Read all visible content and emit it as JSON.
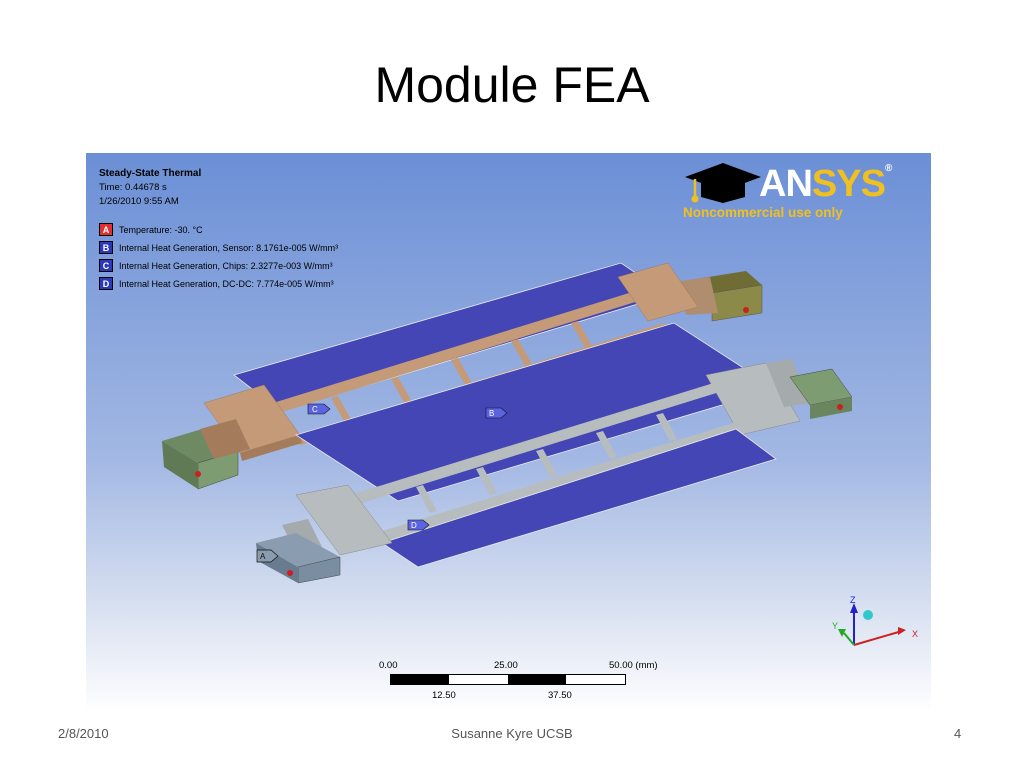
{
  "slide": {
    "title": "Module FEA",
    "footer": {
      "date": "2/8/2010",
      "author": "Susanne Kyre UCSB",
      "page": "4"
    }
  },
  "analysis": {
    "type": "Steady-State Thermal",
    "time": "Time: 0.44678 s",
    "date": "1/26/2010 9:55 AM",
    "legend": [
      {
        "key": "A",
        "text": "Temperature: -30. °C",
        "color": "#e03030"
      },
      {
        "key": "B",
        "text": "Internal Heat Generation, Sensor: 8.1761e-005 W/mm³",
        "color": "#2b39b8"
      },
      {
        "key": "C",
        "text": "Internal Heat Generation, Chips: 2.3277e-003 W/mm³",
        "color": "#2b39b8"
      },
      {
        "key": "D",
        "text": "Internal Heat Generation, DC-DC: 7.774e-005 W/mm³",
        "color": "#2b39b8"
      }
    ]
  },
  "logo": {
    "an": "AN",
    "sys": "SYS",
    "registered": "®",
    "tagline": "Noncommercial use only"
  },
  "markers": {
    "a": "A",
    "b": "B",
    "c": "C",
    "d": "D"
  },
  "scale_bar": {
    "t0": "0.00",
    "t2": "25.00",
    "t4": "50.00 (mm)",
    "t1": "12.50",
    "t3": "37.50"
  },
  "triad": {
    "x": "X",
    "y": "Y",
    "z": "Z"
  },
  "colors": {
    "sensor": "#4346b4",
    "copper": "#c59a78",
    "aluminum": "#b7bcbf",
    "olive": "#8c8a48",
    "green": "#7e9c72",
    "steel": "#7a8ea2",
    "frame": "#b9a08c"
  }
}
